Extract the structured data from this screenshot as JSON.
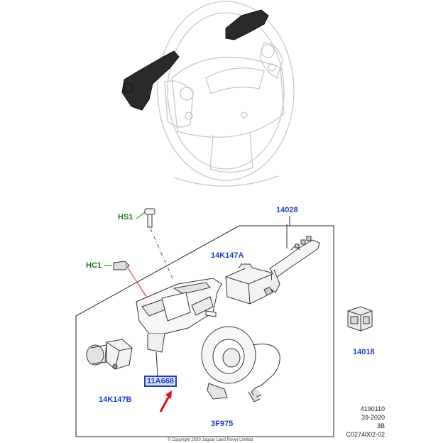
{
  "callouts": {
    "hs1": "HS1",
    "n14028": "14028",
    "n14k147a": "14K147A",
    "hc1": "HC1",
    "n14018": "14018",
    "n11a668": "11A668",
    "n14k147b": "14K147B",
    "n3f975": "3F975"
  },
  "reference": {
    "line1": "4190110",
    "line2": "39-2020",
    "line3": "3B",
    "line4": "C0274002-02"
  },
  "copyright": "© Copyright 2020 Jaguar Land Rover Limited",
  "colors": {
    "callout_blue": "#1f3fbf",
    "callout_green": "#1a7a1a",
    "highlight_fill": "#d7e0ff",
    "pointer_arrow": "#e0101a",
    "leader_red": "#e06060"
  }
}
